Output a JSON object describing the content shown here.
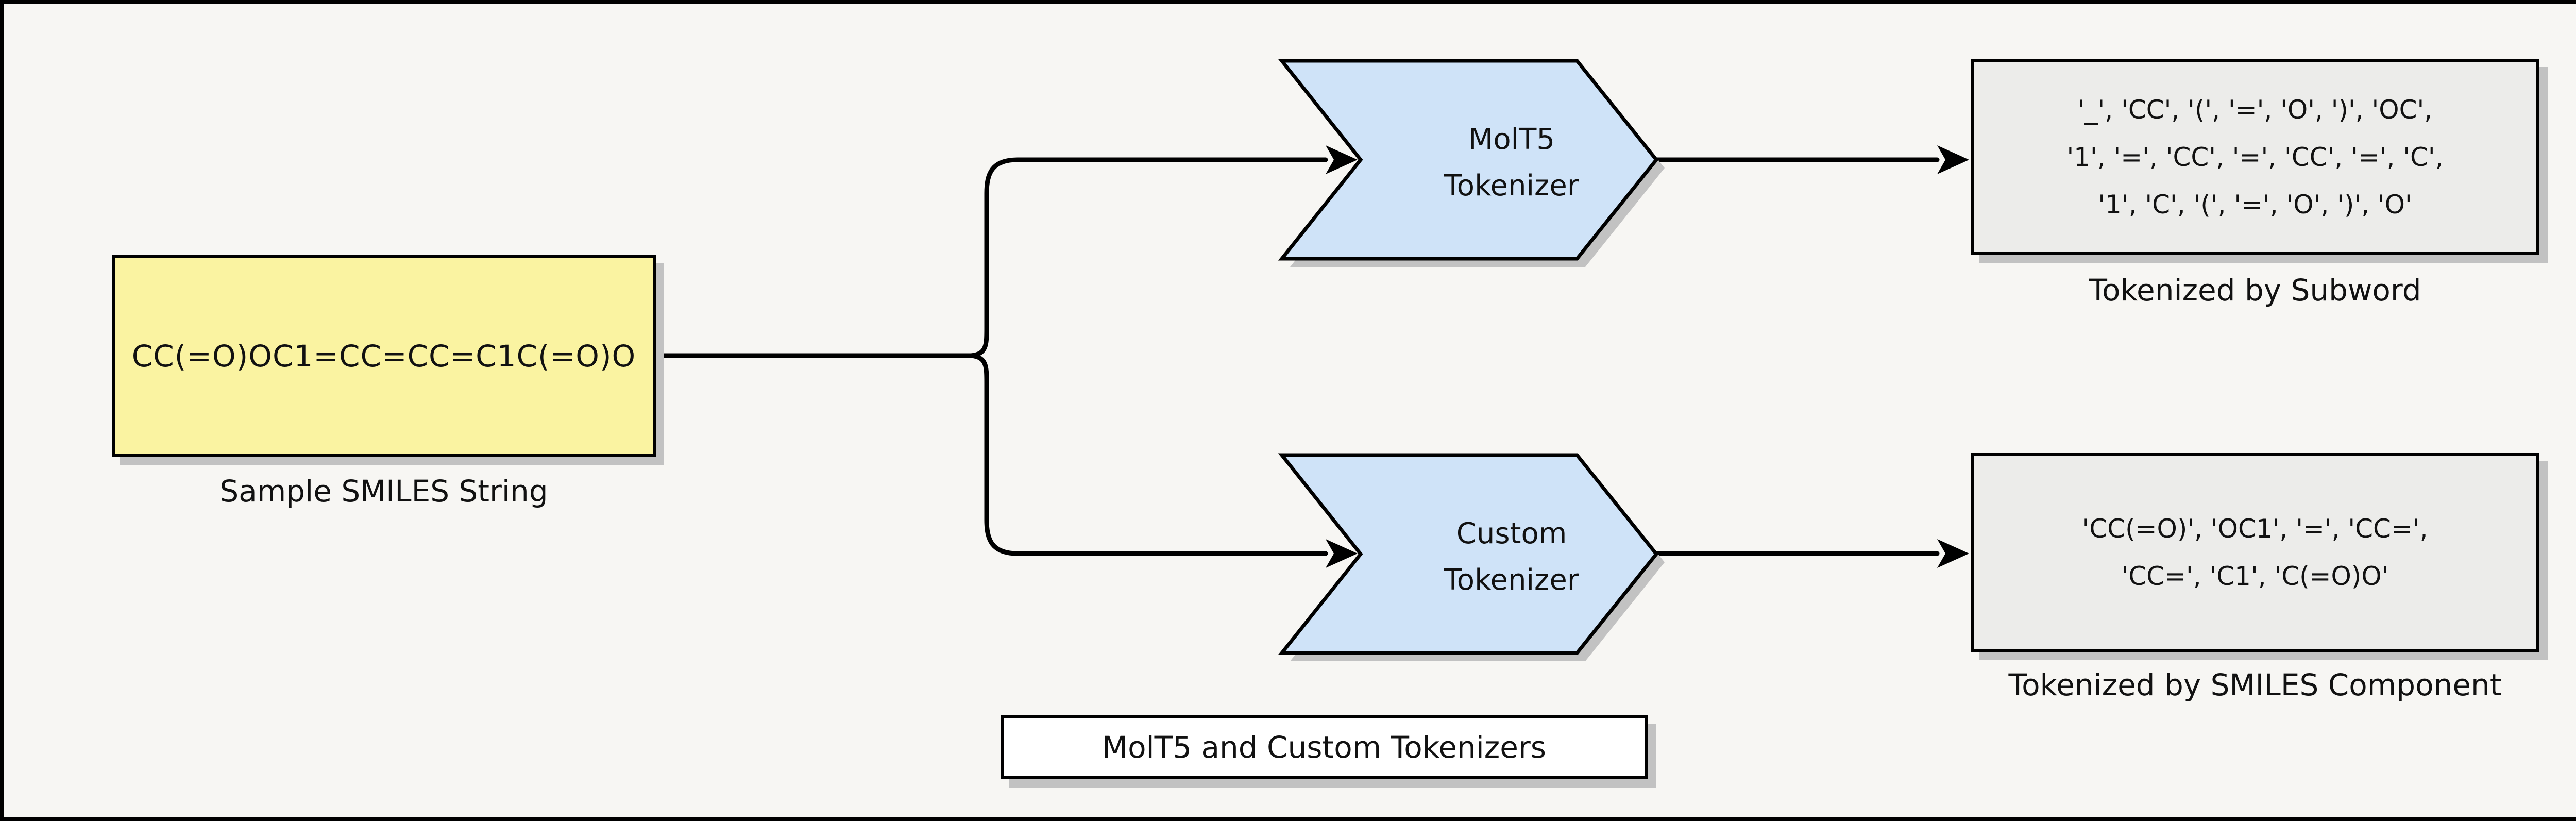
{
  "diagram_title": "MolT5 and Custom Tokenizers",
  "colors": {
    "background": "#f7f6f3",
    "frame": "#000000",
    "input_yellow": "#faf3a1",
    "chevron_blue": "#cfe3f8",
    "output_gray": "#ececea",
    "caption_white": "#ffffff",
    "shadow_gray": "#c2c2c2",
    "line_black": "#000000"
  },
  "input_box": {
    "text": "CC(=O)OC1=CC=CC=C1C(=O)O",
    "label": "Sample SMILES String"
  },
  "tokenizers": [
    {
      "line1": "MolT5",
      "line2": "Tokenizer"
    },
    {
      "line1": "Custom",
      "line2": "Tokenizer"
    }
  ],
  "outputs": [
    {
      "lines": [
        "'_', 'CC', '(', '=', 'O', ')', 'OC',",
        "'1', '=', 'CC', '=', 'CC', '=', 'C',",
        "'1', 'C', '(', '=', 'O', ')', 'O'"
      ],
      "label": "Tokenized by Subword"
    },
    {
      "lines": [
        "'CC(=O)', 'OC1', '=', 'CC=',",
        "'CC=', 'C1', 'C(=O)O'"
      ],
      "label": "Tokenized by SMILES Component"
    }
  ]
}
